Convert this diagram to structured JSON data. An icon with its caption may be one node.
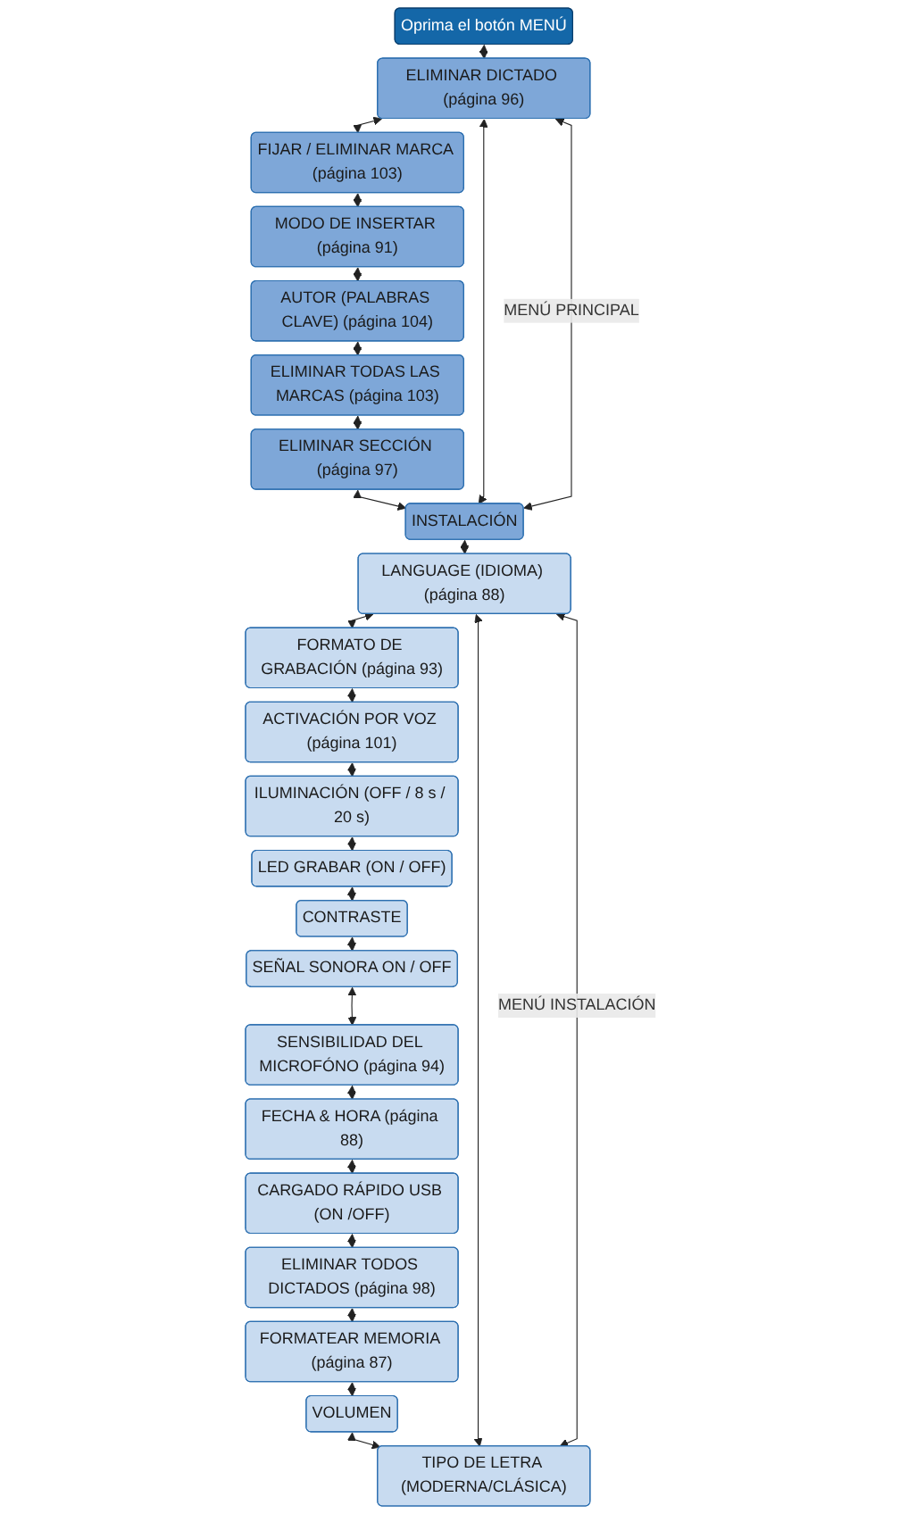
{
  "diagram": {
    "nodes": [
      {
        "text": [
          "Oprima el botón MENÚ"
        ]
      },
      {
        "text": [
          "ELIMINAR DICTADO (página 96)"
        ]
      },
      {
        "text": [
          "FIJAR / ELIMINAR MARCA (página 103)"
        ]
      },
      {
        "text": [
          "MODO DE INSERTAR (página 91)"
        ]
      },
      {
        "text": [
          "AUTOR (PALABRAS CLAVE) (página 104)"
        ]
      },
      {
        "text": [
          "ELIMINAR TODAS LAS MARCAS (página 103)"
        ]
      },
      {
        "text": [
          "ELIMINAR SECCIÓN (página 97)"
        ]
      },
      {
        "text": [
          "INSTALACIÓN"
        ]
      },
      {
        "text": [
          "LANGUAGE (IDIOMA) (página 88)"
        ]
      },
      {
        "text": [
          "FORMATO DE GRABACIÓN (página 93)"
        ]
      },
      {
        "text": [
          "ACTIVACIÓN POR VOZ (página 101)"
        ]
      },
      {
        "text": [
          "ILUMINACIÓN (OFF / 8 s / 20 s)"
        ]
      },
      {
        "text": [
          "LED GRABAR (ON / OFF)"
        ]
      },
      {
        "text": [
          "CONTRASTE"
        ]
      },
      {
        "text": [
          "SEÑAL SONORA ON / OFF"
        ]
      },
      {
        "text": [
          "SENSIBILIDAD DEL MICROFÓNO (página 94)"
        ]
      },
      {
        "text": [
          "FECHA & HORA (página 88)"
        ]
      },
      {
        "text": [
          "CARGADO RÁPIDO USB (ON /OFF)"
        ]
      },
      {
        "text": [
          "ELIMINAR TODOS DICTADOS (página 98)"
        ]
      },
      {
        "text": [
          "FORMATEAR MEMORIA (página 87)"
        ]
      },
      {
        "text": [
          "VOLUMEN"
        ]
      },
      {
        "text": [
          "TIPO DE LETRA (MODERNA/CLÁSICA)"
        ]
      }
    ],
    "edges": [
      {
        "from": 0,
        "to": 1,
        "arrow": "both"
      },
      {
        "from": 1,
        "to": 2,
        "arrow": "both"
      },
      {
        "from": 2,
        "to": 3,
        "arrow": "both"
      },
      {
        "from": 3,
        "to": 4,
        "arrow": "both"
      },
      {
        "from": 4,
        "to": 5,
        "arrow": "both"
      },
      {
        "from": 5,
        "to": 6,
        "arrow": "both"
      },
      {
        "from": 6,
        "to": 7,
        "arrow": "both"
      },
      {
        "from": 7,
        "to": 8,
        "arrow": "both"
      },
      {
        "from": 8,
        "to": 9,
        "arrow": "both"
      },
      {
        "from": 9,
        "to": 10,
        "arrow": "both"
      },
      {
        "from": 10,
        "to": 11,
        "arrow": "both"
      },
      {
        "from": 11,
        "to": 12,
        "arrow": "both"
      },
      {
        "from": 12,
        "to": 13,
        "arrow": "both"
      },
      {
        "from": 13,
        "to": 14,
        "arrow": "both"
      },
      {
        "from": 14,
        "to": 15,
        "arrow": "both"
      },
      {
        "from": 15,
        "to": 16,
        "arrow": "both"
      },
      {
        "from": 16,
        "to": 17,
        "arrow": "both"
      },
      {
        "from": 17,
        "to": 18,
        "arrow": "both"
      },
      {
        "from": 18,
        "to": 19,
        "arrow": "both"
      },
      {
        "from": 19,
        "to": 20,
        "arrow": "both"
      },
      {
        "from": 20,
        "to": 21,
        "arrow": "both"
      },
      {
        "from": 1,
        "to": 7,
        "arrow": "both"
      },
      {
        "from": 1,
        "to": 7,
        "arrow": "both",
        "label": "MENÚ PRINCIPAL"
      },
      {
        "from": 8,
        "to": 21,
        "arrow": "both"
      },
      {
        "from": 8,
        "to": 21,
        "arrow": "both",
        "label": "MENÚ INSTALACIÓN"
      }
    ]
  }
}
